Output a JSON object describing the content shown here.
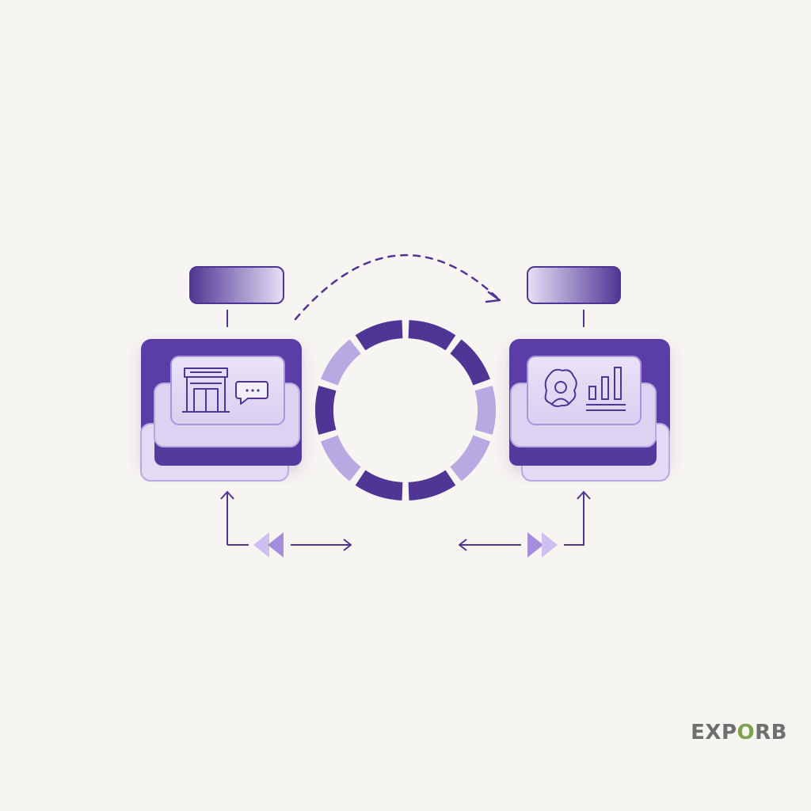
{
  "theme": {
    "background": "#f7f5f1",
    "dark_purple": "#4f3694",
    "mid_purple": "#6b4fb3",
    "light_purple": "#b9a9e3",
    "pale_purple": "#e2dbf3",
    "line_color": "#4f3694"
  },
  "left_node": {
    "icons": [
      "storefront-icon",
      "chat-bubble-icon"
    ]
  },
  "right_node": {
    "icons": [
      "user-avatar-icon",
      "bar-chart-icon"
    ]
  },
  "cycle_ring": {
    "segments": [
      "dark",
      "dark",
      "light",
      "light",
      "dark",
      "dark",
      "light",
      "dark",
      "light",
      "dark"
    ]
  },
  "transfer_arrow": {
    "style": "dashed",
    "direction": "left-to-right"
  },
  "watermark": {
    "text_before": "EXP",
    "text_o": "O",
    "text_after": "RB"
  }
}
